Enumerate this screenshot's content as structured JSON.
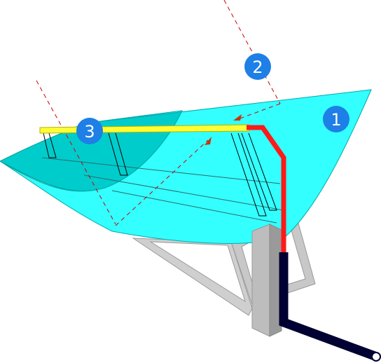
{
  "labels": {
    "one": "1",
    "two": "2",
    "three": "3"
  },
  "colors": {
    "trough_light": "#33ffff",
    "trough_dark": "#00cccc",
    "receiver_tube": "#ffff33",
    "hot_pipe": "#ff1a1a",
    "cold_pipe": "#000033",
    "support_frame": "#b8b8b8",
    "pylon": "#a9a9a9",
    "badge": "#1e7fe6",
    "ray": "#cc0000"
  }
}
